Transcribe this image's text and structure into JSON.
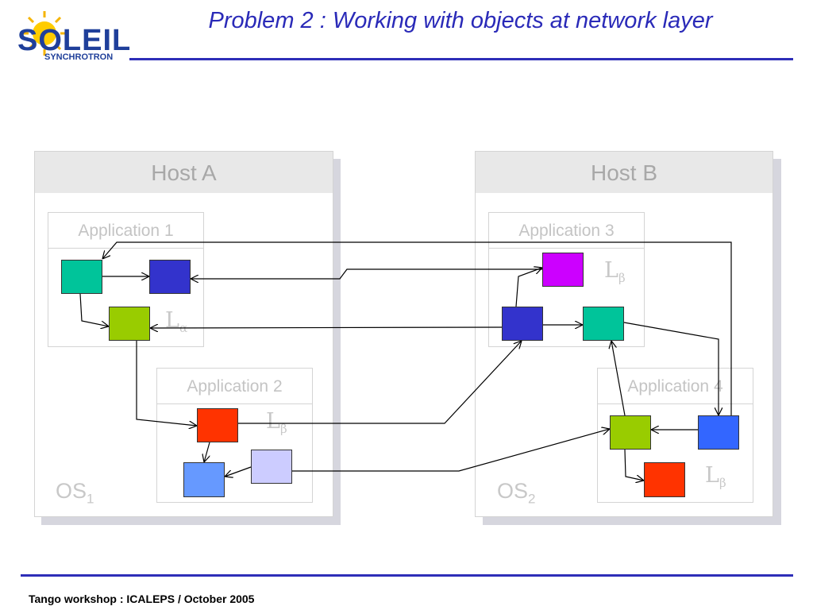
{
  "header": {
    "logo_text": "SOLEIL",
    "logo_sub": "SYNCHROTRON",
    "title": "Problem 2 : Working with objects at network layer"
  },
  "hosts": {
    "a": {
      "title": "Host A",
      "os": "OS",
      "os_sub": "1"
    },
    "b": {
      "title": "Host B",
      "os": "OS",
      "os_sub": "2"
    }
  },
  "apps": {
    "app1": "Application 1",
    "app2": "Application 2",
    "app3": "Application 3",
    "app4": "Application 4"
  },
  "link_labels": {
    "alpha": {
      "base": "L",
      "sub": "α"
    },
    "beta": {
      "base": "L",
      "sub": "β"
    }
  },
  "colors": {
    "teal": "#00c49a",
    "navy": "#3333cc",
    "lime": "#99cc00",
    "red": "#ff3300",
    "blue_light": "#6699ff",
    "lavender": "#ccccff",
    "magenta": "#cc00ff",
    "blue": "#3366ff",
    "rule": "#2e2eb8"
  },
  "footer": {
    "text": "Tango workshop : ICALEPS / October 2005"
  }
}
